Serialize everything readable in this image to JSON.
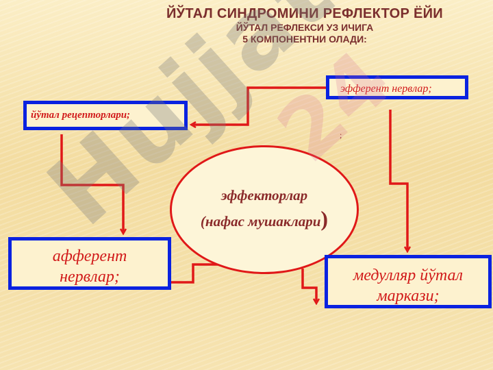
{
  "title": {
    "line1": "ЙЎТАЛ СИНДРОМИНИ РЕФЛЕКТОР ЁЙИ",
    "line2": "ЙЎТАЛ РЕФЛЕКСИ УЗ ИЧИГА",
    "line3": "5 КОМПОНЕНТНИ ОЛАДИ:"
  },
  "nodes": {
    "receptors": "йўтал рецепторлари;",
    "efferent": "эфферент нервлар;",
    "semicolon": ";",
    "effectors_line1": "эффекторлар",
    "effectors_line2": "(нафас мушаклари",
    "effectors_paren": ")",
    "afferent_line1": "афферент",
    "afferent_line2": "нервлар;",
    "medullary_line1": "медулляр йўтал",
    "medullary_line2": "маркази;"
  },
  "watermark": {
    "text": "Hujjat",
    "text2": "24"
  },
  "colors": {
    "box_border": "#0a22e0",
    "arrow": "#e01818",
    "text_red": "#d11a1a",
    "title": "#7a2e2e"
  }
}
